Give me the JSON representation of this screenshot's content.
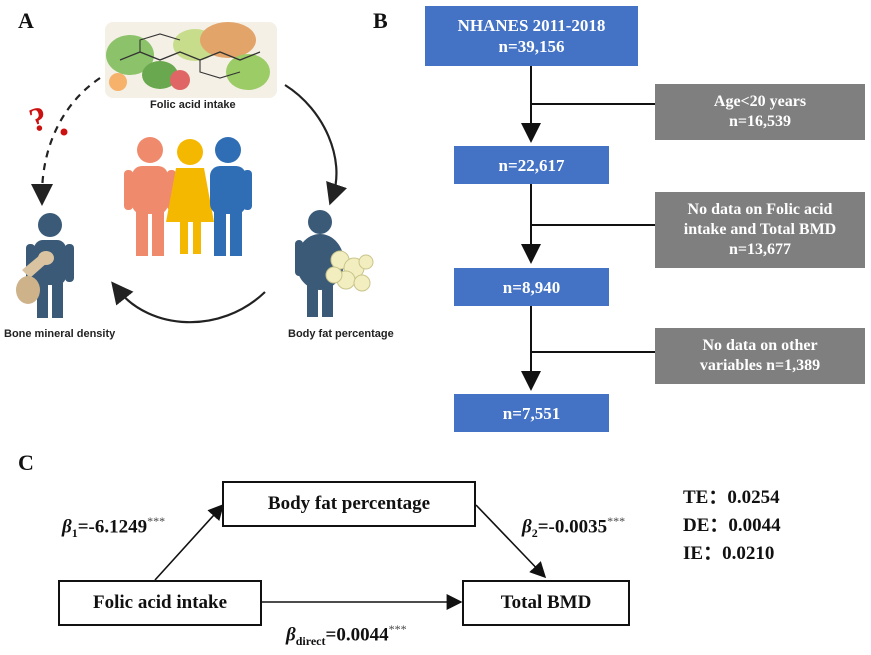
{
  "panels": {
    "a": "A",
    "b": "B",
    "c": "C"
  },
  "panel_a": {
    "folic_label": "Folic acid intake",
    "bmd_label": "Bone mineral density",
    "fat_label": "Body fat percentage",
    "question_glyph": "?",
    "person_colors": [
      "#F08A6C",
      "#F5B800",
      "#2F6EB5"
    ],
    "figure_color": "#3A5A78"
  },
  "flowchart": {
    "main": [
      {
        "line1": "NHANES 2011-2018",
        "line2": "n=39,156"
      },
      {
        "line1": "n=22,617"
      },
      {
        "line1": "n=8,940"
      },
      {
        "line1": "n=7,551"
      }
    ],
    "exclusions": [
      {
        "line1": "Age<20 years",
        "line2": "n=16,539"
      },
      {
        "line1": "No data on Folic acid",
        "line2": "intake and Total BMD",
        "line3": "n=13,677"
      },
      {
        "line1": "No data on other",
        "line2": "variables n=1,389"
      }
    ],
    "colors": {
      "main": "#4472C4",
      "exclusion": "#7F7F7F"
    }
  },
  "mediation": {
    "mediator": "Body fat percentage",
    "exposure": "Folic acid intake",
    "outcome": "Total BMD",
    "beta1": {
      "symbol": "β",
      "sub": "1",
      "value": "=-6.1249",
      "sig": "***"
    },
    "beta2": {
      "symbol": "β",
      "sub": "2",
      "value": "=-0.0035",
      "sig": "***"
    },
    "beta_direct": {
      "symbol": "β",
      "sub": "direct",
      "value": "=0.0044",
      "sig": "***"
    },
    "effects": [
      {
        "label": "TE：",
        "value": "0.0254"
      },
      {
        "label": "DE：",
        "value": "0.0044"
      },
      {
        "label": "IE：",
        "value": "0.0210"
      }
    ]
  }
}
